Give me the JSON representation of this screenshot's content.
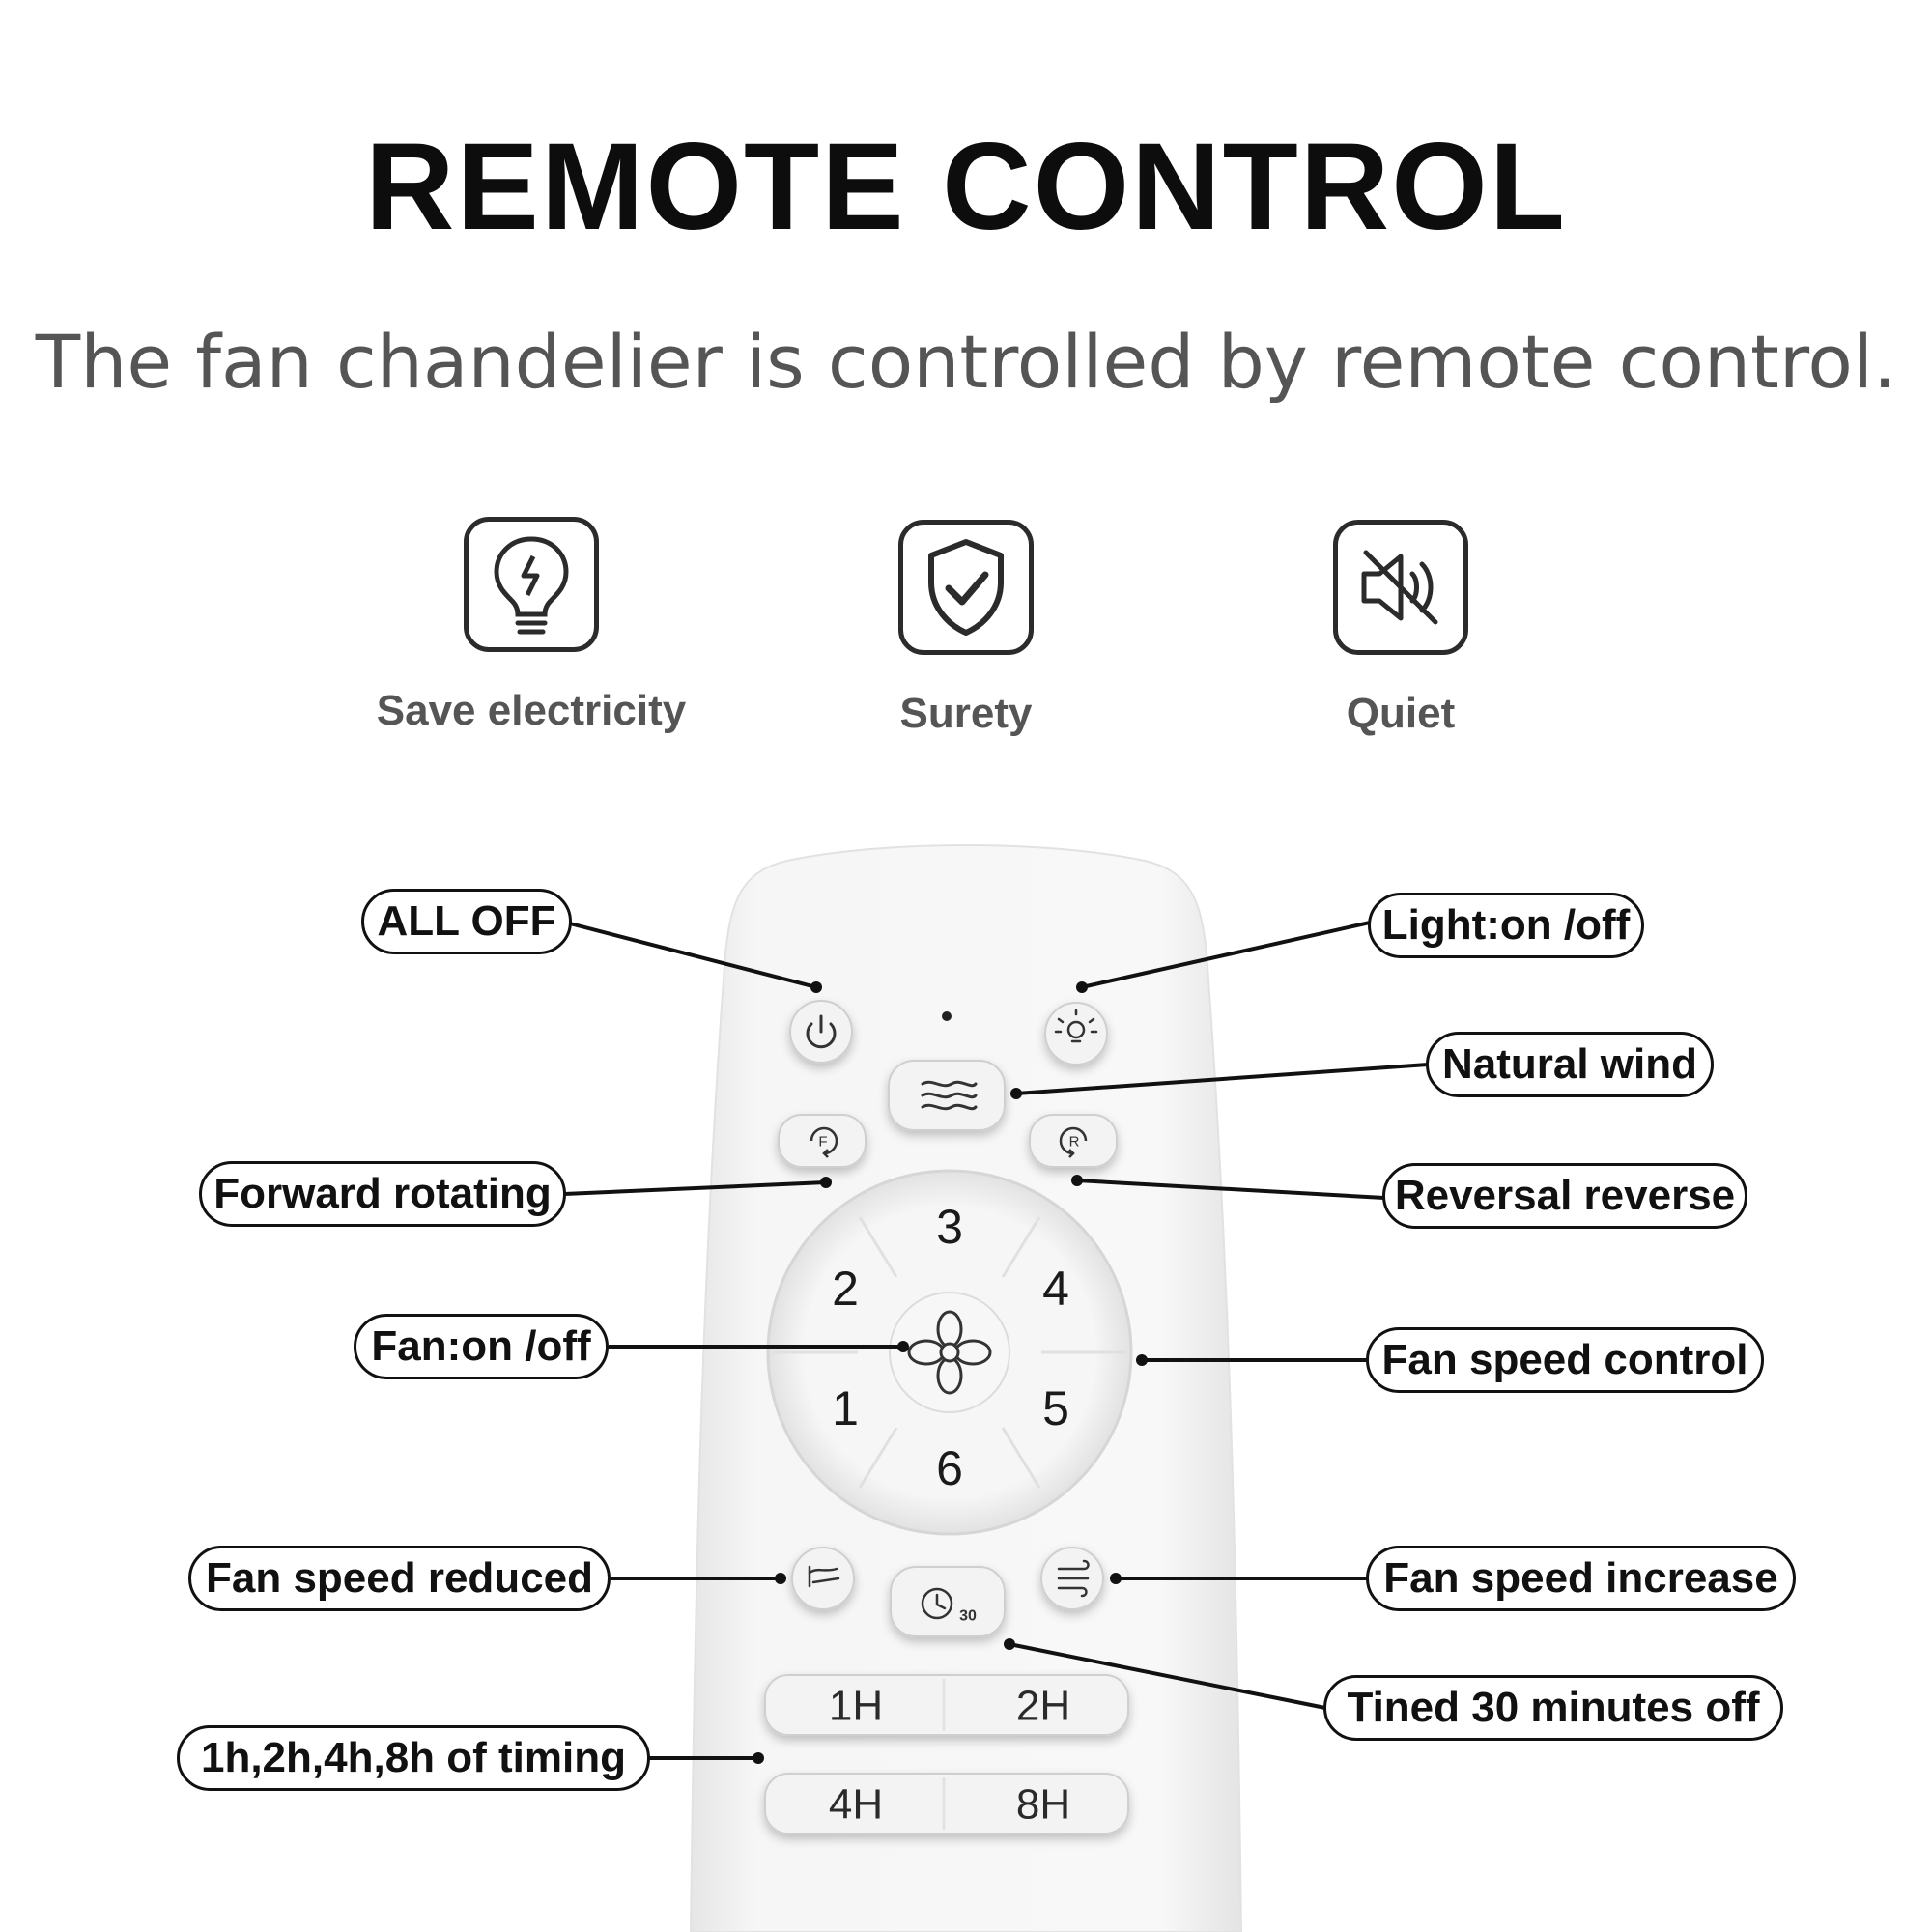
{
  "header": {
    "title": "REMOTE CONTROL",
    "subtitle": "The fan chandelier is controlled by remote control."
  },
  "features": [
    {
      "label": "Save electricity",
      "icon": "lightbulb-icon"
    },
    {
      "label": "Surety",
      "icon": "shield-check-icon"
    },
    {
      "label": "Quiet",
      "icon": "speaker-mute-icon"
    }
  ],
  "remote": {
    "speed_numbers": [
      "1",
      "2",
      "3",
      "4",
      "5",
      "6"
    ],
    "timer_buttons": [
      "1H",
      "2H",
      "4H",
      "8H"
    ],
    "timer_30_label": "30"
  },
  "callouts": {
    "all_off": "ALL OFF",
    "light_toggle": "Light:on /off",
    "natural_wind": "Natural wind",
    "forward_rotating": "Forward rotating",
    "reversal_reverse": "Reversal reverse",
    "fan_toggle": "Fan:on /off",
    "fan_speed_control": "Fan speed control",
    "fan_speed_reduced": "Fan speed reduced",
    "fan_speed_increase": "Fan speed increase",
    "timer_30": "Tined 30 minutes off",
    "timing": "1h,2h,4h,8h of timing"
  },
  "colors": {
    "text_dark": "#111111",
    "text_gray": "#555555",
    "remote_body": "#f4f4f4"
  }
}
